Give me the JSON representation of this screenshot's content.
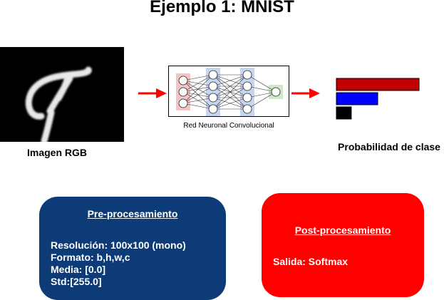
{
  "title": "Ejemplo 1: MNIST",
  "input": {
    "label": "Imagen RGB"
  },
  "network": {
    "label": "Red Neuronal Convolucional",
    "layers": [
      {
        "neurons": 3,
        "color": "#f2c4c4"
      },
      {
        "neurons": 4,
        "color": "#c6d6f0"
      },
      {
        "neurons": 4,
        "color": "#c6d6f0"
      },
      {
        "neurons": 1,
        "color": "#cfe8c8"
      }
    ]
  },
  "output": {
    "label": "Probabilidad de clase",
    "bars": [
      {
        "value": 1.0,
        "color": "#c00000"
      },
      {
        "value": 0.5,
        "color": "#0000ff"
      },
      {
        "value": 0.18,
        "color": "#000000"
      }
    ]
  },
  "arrow_color": "#ff0000",
  "preprocessing": {
    "title": "Pre-procesamiento",
    "color": "#0d3b78",
    "lines": [
      "Resolución: 100x100 (mono)",
      "Formato: b,h,w,c",
      "Media: [0.0]",
      "Std:[255.0]"
    ]
  },
  "postprocessing": {
    "title": "Post-procesamiento",
    "color": "#ff0000",
    "lines": [
      "Salida: Softmax"
    ]
  }
}
